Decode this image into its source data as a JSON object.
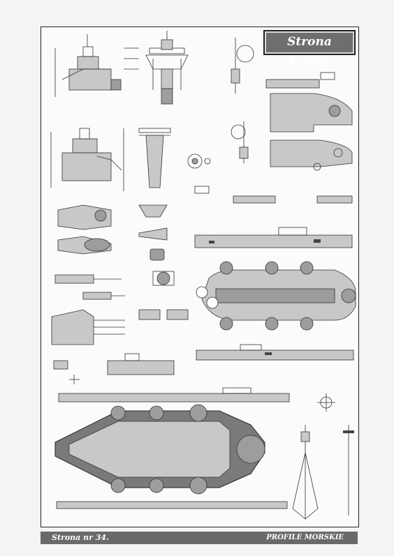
{
  "header": {
    "scale_label": "Strona 1:700."
  },
  "footer": {
    "page_label": "Strona nr 34.",
    "publisher": "PROFILE MORSKIE"
  },
  "icons": {
    "drawings": "ship-plan-drawings"
  },
  "colors": {
    "footer_bg": "#6a6a6a",
    "badge_bg": "#6e6e6e",
    "deck": "#7a7a7a"
  }
}
